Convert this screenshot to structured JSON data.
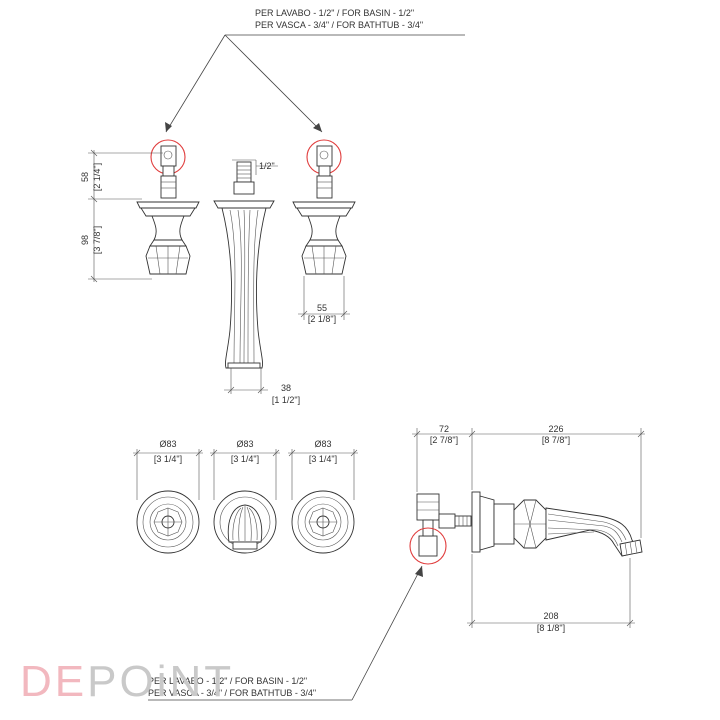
{
  "notes": {
    "top": {
      "line1": "PER LAVABO - 1/2\"  / FOR BASIN - 1/2\"",
      "line2": "PER VASCA  - 3/4\"  / FOR BATHTUB - 3/4\""
    },
    "bottom": {
      "line1": "PER LAVABO - 1/2\"  / FOR BASIN - 1/2\"",
      "line2": "PER VASCA  - 3/4\"  / FOR BATHTUB - 3/4\""
    }
  },
  "dims": {
    "d58": {
      "mm": "58",
      "inch": "[2 1/4\"]"
    },
    "d98": {
      "mm": "98",
      "inch": "[3 7/8\"]"
    },
    "thread": "1/2\"",
    "d55": {
      "mm": "55",
      "inch": "[2 1/8\"]"
    },
    "d38": {
      "mm": "38",
      "inch": "[1 1/2\"]"
    },
    "diaLeft": {
      "mm": "Ø83",
      "inch": "[3 1/4\"]"
    },
    "diaMid": {
      "mm": "Ø83",
      "inch": "[3 1/4\"]"
    },
    "diaRight": {
      "mm": "Ø83",
      "inch": "[3 1/4\"]"
    },
    "d72": {
      "mm": "72",
      "inch": "[2 7/8\"]"
    },
    "d226": {
      "mm": "226",
      "inch": "[8 7/8\"]"
    },
    "d208": {
      "mm": "208",
      "inch": "[8 1/8\"]"
    }
  },
  "brand": {
    "part1": "DE",
    "part2": "POiNT",
    "color1": "#f2b8bf",
    "color2": "#c9c9c9"
  },
  "colors": {
    "highlight": "#e03c3c",
    "line": "#444444"
  }
}
